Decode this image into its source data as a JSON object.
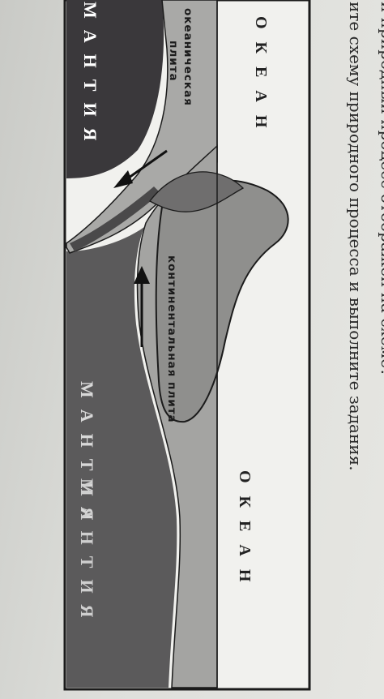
{
  "page": {
    "instruction_line": "ите схему природного процесса и выполните задания.",
    "question_line": "й природный процесс отображён на схеме?"
  },
  "diagram": {
    "ocean_label_left": "ОКЕАН",
    "ocean_label_right": "ОКЕАН",
    "mantle_label_top": "МАНТИЯ",
    "mantle_label_bottom": "МАНТИЯ",
    "mantle_label_mid": "МАНТИЯ",
    "oceanic_plate_line1": "океаническая",
    "oceanic_plate_line2": "плита",
    "continental_plate_label": "континентальная плита",
    "colors": {
      "ocean": "#f1f1ee",
      "oceanic_plate": "#a9a9a7",
      "continental_plate": "#9c9c9a",
      "mantle": "#5b5a5b",
      "mantle_dark": "#3a383b",
      "outline": "#1b1b1b"
    },
    "arrows": [
      "arrow-down-left",
      "arrow-up"
    ]
  }
}
